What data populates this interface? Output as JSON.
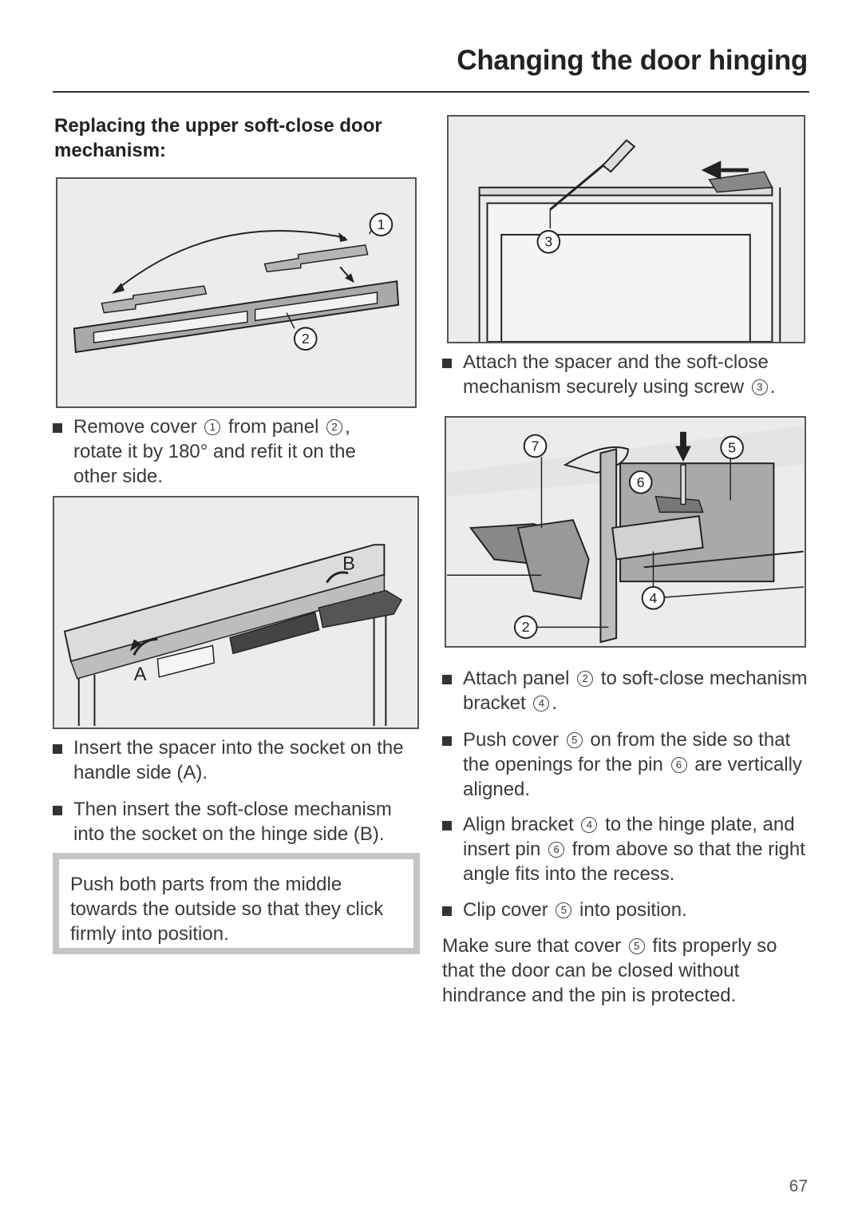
{
  "header": {
    "title": "Changing the door hinging"
  },
  "section": {
    "heading": "Replacing the upper soft-close door mechanism:"
  },
  "figure1": {
    "callouts": [
      "1",
      "2"
    ]
  },
  "figure2": {
    "labels": [
      "A",
      "B"
    ]
  },
  "figure3": {
    "callouts": [
      "3"
    ]
  },
  "figure4": {
    "callouts": [
      "7",
      "5",
      "6",
      "4",
      "2"
    ]
  },
  "steps_left": [
    {
      "parts": [
        "Remove cover ",
        "1",
        " from panel ",
        "2",
        ", rotate it by 180° and refit it on the other side."
      ]
    },
    {
      "text": "Insert the spacer into the socket on the handle side (A)."
    },
    {
      "text": "Then insert the soft-close mechanism into the socket on the hinge side (B)."
    }
  ],
  "note": {
    "text": "Push both parts from the middle towards the outside so that they click firmly into position."
  },
  "steps_right_top": {
    "parts": [
      "Attach the spacer and the soft-close mechanism securely using screw ",
      "3",
      "."
    ]
  },
  "steps_right": [
    {
      "parts": [
        "Attach panel ",
        "2",
        " to soft-close mechanism bracket ",
        "4",
        "."
      ]
    },
    {
      "parts": [
        "Push cover ",
        "5",
        " on from the side so that the openings for the pin ",
        "6",
        " are vertically aligned."
      ]
    },
    {
      "parts": [
        "Align bracket ",
        "4",
        " to the hinge plate, and insert pin ",
        "6",
        " from above so that the right angle fits into the recess."
      ]
    },
    {
      "parts": [
        "Clip cover ",
        "5",
        " into position."
      ]
    }
  ],
  "closing_note": {
    "parts": [
      "Make sure that cover ",
      "5",
      " fits properly so that the door can be closed without hindrance and the pin is protected."
    ]
  },
  "footer": {
    "page_number": "67"
  }
}
